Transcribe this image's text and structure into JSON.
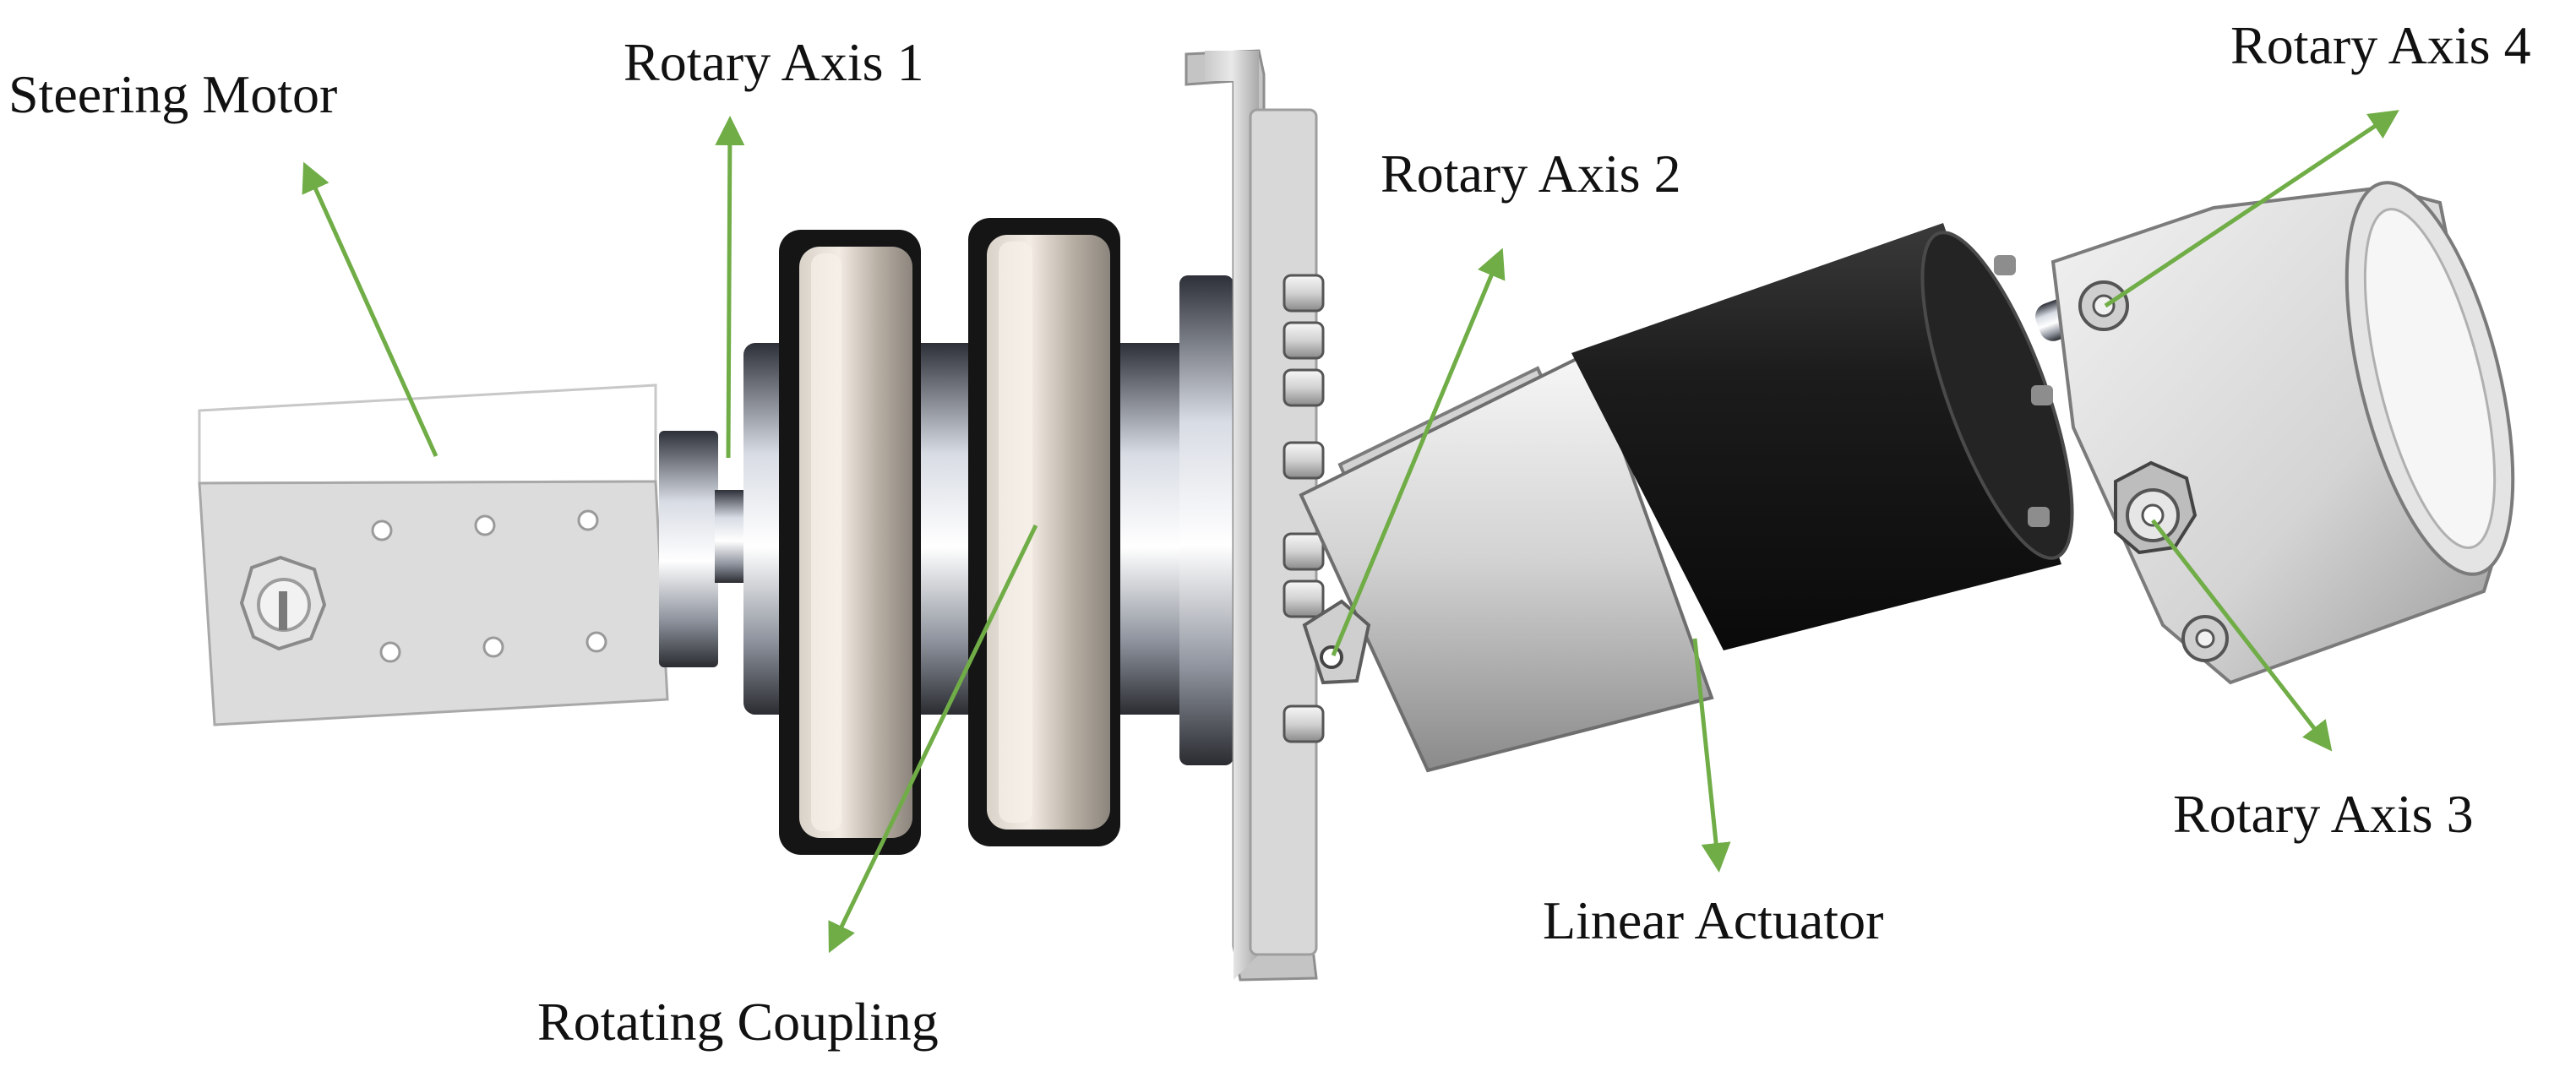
{
  "labels": {
    "steering_motor": "Steering Motor",
    "rotary_axis_1": "Rotary Axis 1",
    "rotary_axis_2": "Rotary Axis 2",
    "rotary_axis_3": "Rotary Axis 3",
    "rotary_axis_4": "Rotary Axis 4",
    "rotating_coupling": "Rotating Coupling",
    "linear_actuator": "Linear Actuator"
  },
  "colors": {
    "arrow": "#70ad47",
    "text": "#111111",
    "metal_light": "#e6e6e6",
    "metal_mid": "#b9b9b9",
    "metal_dark": "#4a4a4a",
    "rubber": "#161616"
  }
}
